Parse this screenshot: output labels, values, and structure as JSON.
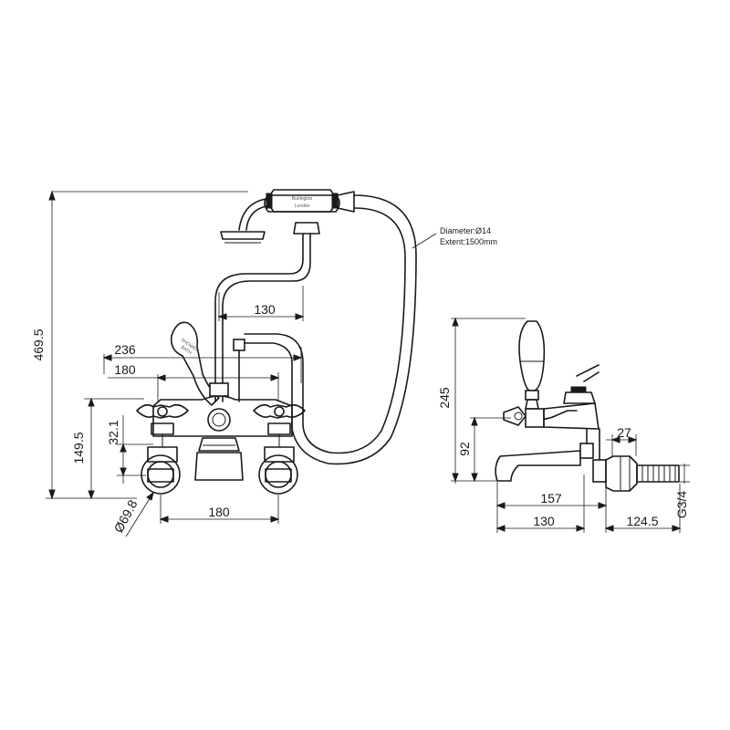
{
  "front_view": {
    "dimensions": {
      "overall_height": "469.5",
      "shower_offset": "130",
      "width_outer": "236",
      "width_inner": "180",
      "outlet_height": "149.5",
      "valve_height": "32.1",
      "centres_bottom": "180",
      "flange_diameter": "Ø69.8"
    },
    "hose_note": {
      "diameter": "Diameter:Ø14",
      "extent": "Extent:1500mm"
    },
    "handset_brand_line1": "Burlington",
    "handset_brand_line2": "London",
    "lever_label_line1": "SHOWER",
    "lever_label_line2": "BATH"
  },
  "side_view": {
    "dimensions": {
      "lever_height": "245",
      "spout_height": "92",
      "nut_width": "27",
      "projection": "157",
      "spout_reach": "130",
      "wall_depth": "124.5",
      "thread": "G3/4"
    }
  }
}
